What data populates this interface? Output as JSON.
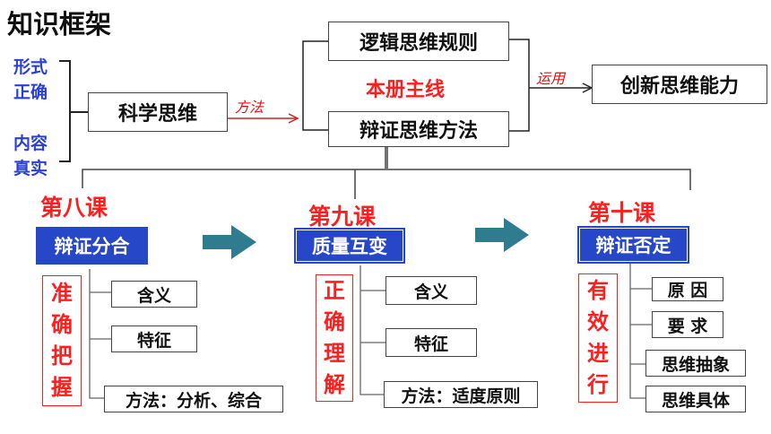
{
  "title": "知识框架",
  "left_labels": [
    "形式",
    "正确",
    "内容",
    "真实"
  ],
  "science": "科学思维",
  "method_label": "方法",
  "logic": "逻辑思维规则",
  "mainline": "本册主线",
  "dialectic": "辩证思维方法",
  "use_label": "运用",
  "innovate": "创新思维能力",
  "lessons": [
    {
      "title": "第八课",
      "name": "辩证分合",
      "vertical": [
        "准",
        "确",
        "把",
        "握"
      ],
      "items": [
        "含义",
        "特征",
        "方法：分析、综合"
      ]
    },
    {
      "title": "第九课",
      "name": "质量互变",
      "vertical": [
        "正",
        "确",
        "理",
        "解"
      ],
      "items": [
        "含义",
        "特征",
        "方法：适度原则"
      ]
    },
    {
      "title": "第十课",
      "name": "辩证否定",
      "vertical": [
        "有",
        "效",
        "进",
        "行"
      ],
      "items": [
        "原 因",
        "要 求",
        "思维抽象",
        "思维具体"
      ]
    }
  ],
  "colors": {
    "blue": "#2547c8",
    "red": "#ff1e1e",
    "arrow": "#2e7c8e"
  }
}
